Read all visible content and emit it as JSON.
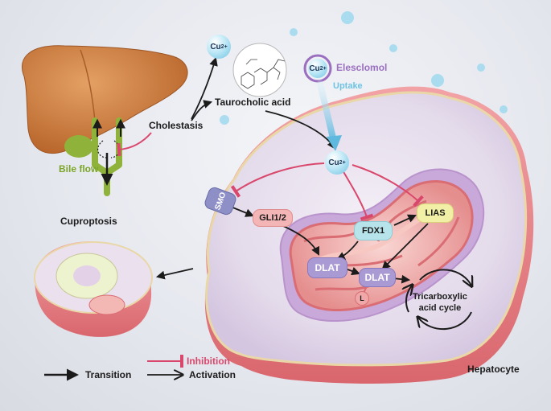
{
  "labels": {
    "cu_top": "Cu",
    "cu_charge": "2+",
    "cu_uptake": "Cu",
    "cu_center": "Cu",
    "elesclomol": "Elesclomol",
    "uptake": "Uptake",
    "taurocholic_acid": "Taurocholic acid",
    "cholestasis": "Cholestasis",
    "bile_flow": "Bile flow",
    "cuproptosis": "Cuproptosis",
    "smo": "SMO",
    "gli": "GLI1/2",
    "fdx1": "FDX1",
    "lias": "LIAS",
    "dlat_1": "DLAT",
    "dlat_2": "DLAT",
    "lipoyl": "L",
    "tca_line1": "Tricarboxylic",
    "tca_line2": "acid cycle",
    "hepatocyte": "Hepatocyte"
  },
  "legend": {
    "inhibition": "Inhibition",
    "transition": "Transition",
    "activation": "Activation"
  },
  "colors": {
    "inhibition": "#d9476c",
    "activation": "#1b1b1b",
    "copper": "#6ec3e3",
    "elesclomol": "#9b6fc0",
    "uptake": "#6ec3e3",
    "bile": "#7ba428",
    "liver": "#c9773a"
  }
}
